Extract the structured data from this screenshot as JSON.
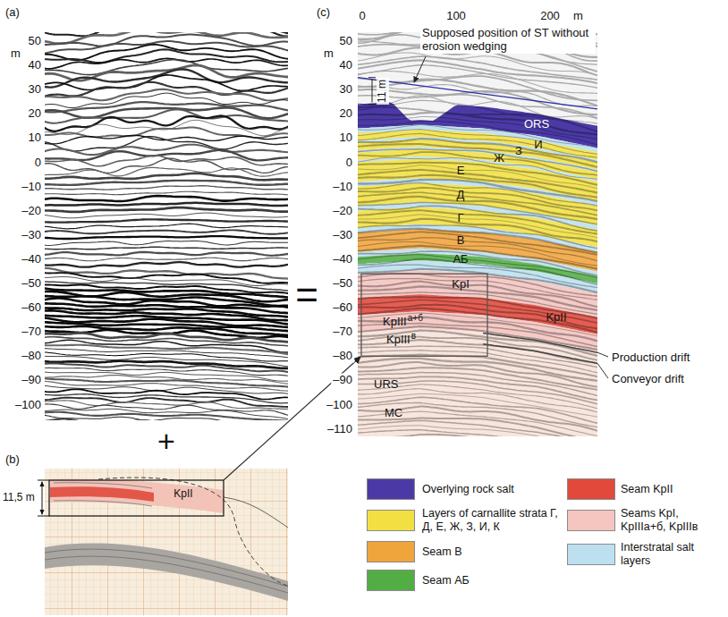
{
  "diagram": {
    "labels": [
      "(a)",
      "m",
      "50",
      "40",
      "30",
      "20",
      "10",
      "0",
      "–10",
      "–20",
      "–30",
      "–40",
      "–50",
      "–60",
      "–70",
      "–80",
      "–90",
      "–100",
      "+",
      "(b)",
      "11,5 m",
      "KpII",
      "=",
      "(c)",
      "0",
      "100",
      "200",
      "m",
      "m",
      "50",
      "40",
      "30",
      "20",
      "10",
      "0",
      "–10",
      "–20",
      "–30",
      "–40",
      "–50",
      "–60",
      "–70",
      "–80",
      "–90",
      "–100",
      "–110",
      "Supposed position of ST without erosion wedging",
      "11 m",
      "ORS",
      "И",
      "З",
      "Ж",
      "Е",
      "Д",
      "Г",
      "В",
      "АБ",
      "KpI",
      "KpII",
      "KpIII",
      "а+б",
      "KpIII",
      "в",
      "URS",
      "MC",
      "Production drift",
      "Conveyor drift"
    ],
    "legend": [
      {
        "text": "Overlying rock salt",
        "color": "#4b3aa6"
      },
      {
        "text": "Layers of carnallite strata Г, Д, Е, Ж, З, И, К",
        "color": "#f2e043"
      },
      {
        "text": "Seam В",
        "color": "#f0a43c"
      },
      {
        "text": "Seam АБ",
        "color": "#52ad45"
      },
      {
        "text": "Seam KpII",
        "color": "#e2483b"
      },
      {
        "text": "Seams KpI, KpIIIа+б, KpIIIв",
        "color": "#f5c5c0"
      },
      {
        "text": "Interstratal salt layers",
        "color": "#bde0f0"
      }
    ]
  }
}
